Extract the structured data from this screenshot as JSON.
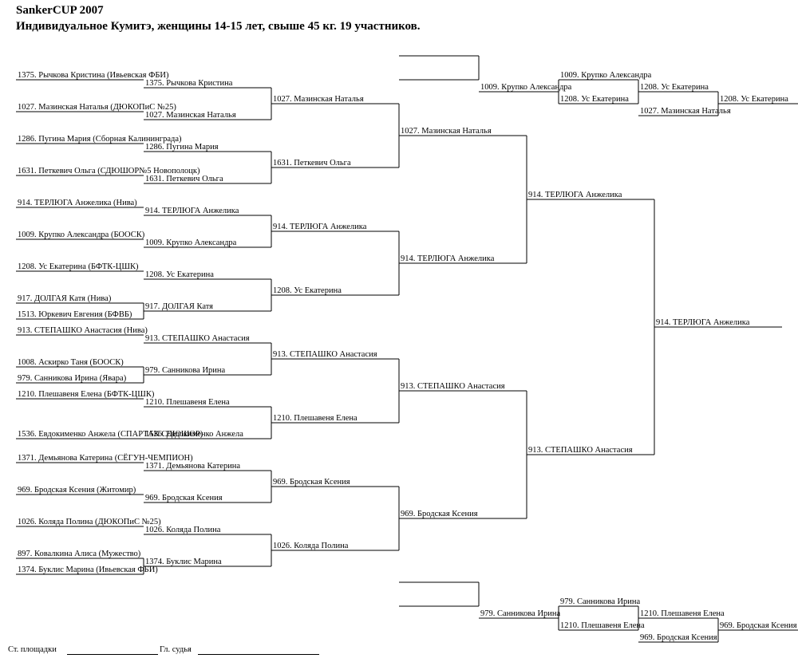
{
  "header": {
    "title": "SankerCUP 2007",
    "subtitle": "Индивидуальное Кумитэ, женщины 14-15 лет, свыше  45 кг. 19 участников."
  },
  "participants": [
    "1375. Рычкова Кристина (Ивьевская ФБИ)",
    "1027. Мазинская Наталья (ДЮКОПиС №25)",
    "1286. Пугина Мария (Сборная Калининграда)",
    "1631. Петкевич Ольга (СДЮШОР№5 Новополоцк)",
    "914. ТЕРЛЮГА Анжелика (Нива)",
    "1009. Крупко Александра (БООСК)",
    "1208. Ус Екатерина (БФТК-ЦШК)",
    "917. ДОЛГАЯ Катя (Нива)",
    "1513. Юркевич Евгения (БФВБ)",
    "913. СТЕПАШКО Анастасия (Нива)",
    "1008. Аскирко Таня (БООСК)",
    "979. Санникова Ирина (Явара)",
    "1210. Плешавеня Елена (БФТК-ЦШК)",
    "1536. Евдокименко Анжела (СПАРТАК СДЮШОР)",
    "1371. Демьянова Катерина (СЁГУН-ЧЕМПИОН)",
    "969. Бродская Ксения (Житомир)",
    "1026. Коляда Полина (ДЮКОПиС №25)",
    "897. Ковалкина Алиса (Мужество)",
    "1374. Буклис Марина (Ивьевская ФБИ)"
  ],
  "round1": [
    "1375. Рычкова Кристина",
    "1027. Мазинская Наталья",
    "1286. Пугина Мария",
    "1631. Петкевич Ольга",
    "914. ТЕРЛЮГА Анжелика",
    "1009. Крупко Александра",
    "1208. Ус Екатерина",
    "917. ДОЛГАЯ Катя",
    "913. СТЕПАШКО Анастасия",
    "979. Санникова Ирина",
    "1210. Плешавеня Елена",
    "1536. Евдокименко Анжела",
    "1371. Демьянова Катерина",
    "969. Бродская Ксения",
    "1026. Коляда Полина",
    "1374. Буклис Марина"
  ],
  "round2": [
    "1027. Мазинская Наталья",
    "1631. Петкевич Ольга",
    "914. ТЕРЛЮГА Анжелика",
    "1208. Ус Екатерина",
    "913. СТЕПАШКО Анастасия",
    "1210. Плешавеня Елена",
    "969. Бродская Ксения",
    "1026. Коляда Полина"
  ],
  "round3": [
    "1027. Мазинская Наталья",
    "914. ТЕРЛЮГА Анжелика",
    "913. СТЕПАШКО Анастасия",
    "969. Бродская Ксения"
  ],
  "round4": [
    "914. ТЕРЛЮГА Анжелика",
    "913. СТЕПАШКО Анастасия"
  ],
  "final_winner": "914. ТЕРЛЮГА Анжелика",
  "repechage_top": {
    "r1": "1009. Крупко Александра",
    "r2_a": "1009. Крупко Александра",
    "r2_b": "1208. Ус Екатерина",
    "r3_a": "1208. Ус Екатерина",
    "r3_b": "1027. Мазинская Наталья",
    "winner": "1208. Ус Екатерина"
  },
  "repechage_bottom": {
    "r1": "979. Санникова Ирина",
    "r2_a": "979. Санникова Ирина",
    "r2_b": "1210. Плешавеня Елена",
    "r3_a": "1210. Плешавеня Елена",
    "r3_b": "969. Бродская Ксения",
    "winner": "969. Бродская Ксения"
  },
  "footer": {
    "area_label": "Ст. площадки",
    "judge_label": "Гл. судья"
  }
}
